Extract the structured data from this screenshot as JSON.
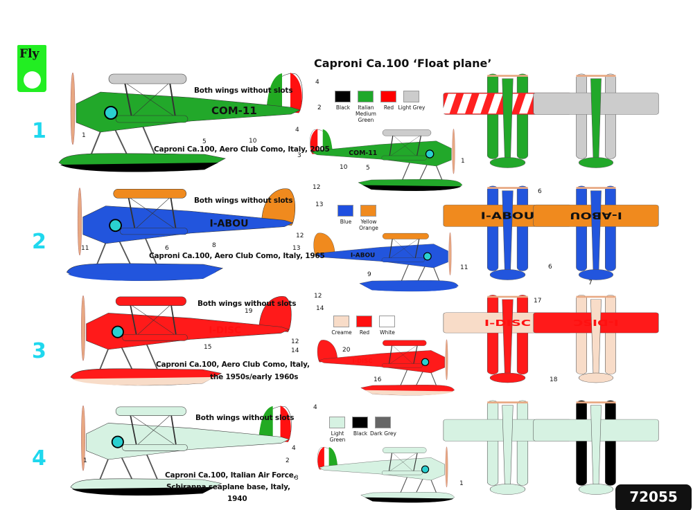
{
  "title": "Caproni Ca.100 ‘Float plane’",
  "logo": "Fly",
  "product_code": "72055",
  "rows": [
    {
      "number": "1",
      "slots": "Both wings without slots",
      "caption": [
        "Caproni Ca.100, Aero Club Como, Italy, 2005"
      ],
      "registration": "COM-11",
      "swatches": [
        {
          "label": "Black",
          "color": "#000000"
        },
        {
          "label": "Italian Medium Green",
          "color": "#1fa82a"
        },
        {
          "label": "Red",
          "color": "#ff0000"
        },
        {
          "label": "Light Grey",
          "color": "#cccccc"
        }
      ],
      "colors": {
        "body": "#22a82a",
        "upper": "#cccccc",
        "lower": "#22a82a",
        "float_top": "#22a82a",
        "float_bottom": "#000000",
        "tail": "tricolor",
        "top_wing": "#ff2020",
        "top_stripe": "#ffffff",
        "top_fus": "#22a82a",
        "top_float": "#22a82a",
        "bot_wing": "#cccccc",
        "bot_fus": "#22a82a",
        "bot_float": "#cccccc",
        "reg": "#111111"
      },
      "callouts": [
        "1",
        "5",
        "10",
        "2",
        "4",
        "4",
        "3",
        "10",
        "5",
        "1"
      ]
    },
    {
      "number": "2",
      "slots": "Both wings without slots",
      "caption": [
        "Caproni Ca.100, Aero Club Como, Italy, 1965"
      ],
      "registration": "I-ABOU",
      "swatches": [
        {
          "label": "Blue",
          "color": "#1f4fe0"
        },
        {
          "label": "Yellow Orange",
          "color": "#f08a1e"
        }
      ],
      "colors": {
        "body": "#2255dd",
        "upper": "#f08a1e",
        "lower": "#2255dd",
        "float_top": "#2255dd",
        "float_bottom": "#2255dd",
        "tail": "#f08a1e",
        "top_wing": "#f08a1e",
        "top_stripe": "#f08a1e",
        "top_fus": "#2255dd",
        "top_float": "#2255dd",
        "bot_wing": "#f08a1e",
        "bot_fus": "#2255dd",
        "bot_float": "#2255dd",
        "reg": "#111111"
      },
      "callouts": [
        "12",
        "13",
        "11",
        "6",
        "8",
        "12",
        "13",
        "9",
        "11",
        "6",
        "6",
        "7"
      ]
    },
    {
      "number": "3",
      "slots": "Both wings without slots",
      "caption": [
        "Caproni Ca.100, Aero Club Como, Italy,",
        "the 1950s/early 1960s"
      ],
      "registration": "I-DISC",
      "swatches": [
        {
          "label": "Creame",
          "color": "#f8dcc8"
        },
        {
          "label": "Red",
          "color": "#ff1010"
        },
        {
          "label": "White",
          "color": "#ffffff"
        }
      ],
      "colors": {
        "body": "#ff1a1a",
        "upper": "#ff1a1a",
        "lower": "#ff1a1a",
        "float_top": "#ff1a1a",
        "float_bottom": "#f8dcc8",
        "tail": "#ff1a1a",
        "top_wing": "#f8dcc8",
        "top_stripe": "#f8dcc8",
        "top_fus": "#ff1a1a",
        "top_float": "#ff1a1a",
        "bot_wing": "#ff1a1a",
        "bot_fus": "#f8dcc8",
        "bot_float": "#f8dcc8",
        "reg": "#ff1010"
      },
      "callouts": [
        "12",
        "14",
        "19",
        "15",
        "12",
        "14",
        "20",
        "16",
        "17",
        "18"
      ]
    },
    {
      "number": "4",
      "slots": "Both wings without slots",
      "caption": [
        "Caproni Ca.100, Italian Air Force,",
        "Schiranna seaplane base, Italy,",
        "1940"
      ],
      "registration": "",
      "swatches": [
        {
          "label": "Light Green",
          "color": "#d6f2e2"
        },
        {
          "label": "Black",
          "color": "#000000"
        },
        {
          "label": "Dark Grey",
          "color": "#666666"
        }
      ],
      "colors": {
        "body": "#d6f2e2",
        "upper": "#d6f2e2",
        "lower": "#d6f2e2",
        "float_top": "#d6f2e2",
        "float_bottom": "#000000",
        "tail": "tricolor",
        "top_wing": "#d6f2e2",
        "top_stripe": "#d6f2e2",
        "top_fus": "#d6f2e2",
        "top_float": "#d6f2e2",
        "bot_wing": "#d6f2e2",
        "bot_fus": "#d6f2e2",
        "bot_float": "#000000",
        "reg": "#111111"
      },
      "callouts": [
        "4",
        "2",
        "1",
        "4",
        "3",
        "1"
      ]
    }
  ]
}
